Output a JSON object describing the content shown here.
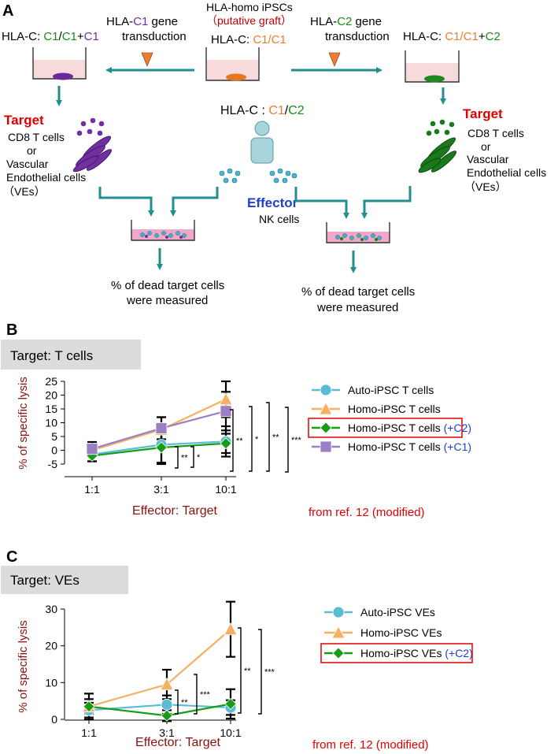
{
  "panel_a": {
    "label": "A",
    "left_target_hla": [
      "HLA-C: ",
      "C1",
      "/",
      "C1",
      "+",
      "C1"
    ],
    "left_transduction": [
      "HLA-",
      "C1",
      " gene",
      "transduction"
    ],
    "center_title": "HLA-homo iPSCs",
    "center_subtitle": "（putative graft）",
    "center_hla": [
      "HLA-C: ",
      "C1/C1"
    ],
    "right_transduction": [
      "HLA-",
      "C2",
      " gene",
      "transduction"
    ],
    "right_target_hla": [
      "HLA-C: ",
      "C1/C1",
      "+",
      "C2"
    ],
    "target_label": "Target",
    "target_lines": [
      "CD8 T cells",
      "or",
      "Vascular",
      "Endothelial cells",
      "（VEs）"
    ],
    "recipient_hla": [
      "HLA-C : ",
      "C1",
      "/",
      "C2"
    ],
    "effector_label": "Effector",
    "effector_cells": "NK cells",
    "result_lines": [
      "% of dead target cells",
      "were measured"
    ],
    "colors": {
      "purple": "#7030a0",
      "green": "#1a8a1a",
      "orange": "#ed7d31",
      "teal": "#1f8f8f",
      "red": "#e00000",
      "blue": "#1f3fcf",
      "dark_red": "#8b1010",
      "pink": "#f2a7c9",
      "dish_bg": "#f7dada",
      "person": "#a8d4dc",
      "cell": "#46b8cf"
    }
  },
  "panel_b": {
    "label": "B",
    "box_title": "Target: T cells",
    "source_note": "from ref. 12 (modified)",
    "significance": [
      "**",
      "*",
      "**",
      "*",
      "**",
      "***"
    ],
    "chart_data": {
      "type": "line",
      "categories": [
        "1:1",
        "3:1",
        "10:1"
      ],
      "xlabel": "Effector: Target",
      "ylabel": "% of specific lysis",
      "ylim": [
        -5,
        25
      ],
      "yticks": [
        -5,
        0,
        5,
        10,
        15,
        20,
        25
      ],
      "grid": false,
      "legend_position": "right",
      "series": [
        {
          "name": "Auto-iPSC T cells",
          "suffix": "",
          "color": "#5bbcd6",
          "marker": "circle",
          "values": [
            -1.5,
            2,
            3.2
          ],
          "errors": [
            2.5,
            6.5,
            5.5
          ]
        },
        {
          "name": "Homo-iPSC T cells",
          "suffix": "",
          "color": "#f5b063",
          "marker": "triangle",
          "values": [
            0,
            7.5,
            18.5
          ],
          "errors": [
            1.5,
            4.5,
            6.5
          ]
        },
        {
          "name": "Homo-iPSC T cells ",
          "suffix": "(+C2)",
          "color": "#179c17",
          "marker": "diamond",
          "values": [
            -2,
            1,
            2.5
          ],
          "errors": [
            2,
            6,
            3.5
          ],
          "highlight": true
        },
        {
          "name": "Homo-iPSC T cells ",
          "suffix": "(+C1)",
          "color": "#9a7fc4",
          "marker": "square",
          "values": [
            0.5,
            8,
            14.2
          ],
          "errors": [
            2.5,
            4,
            7
          ]
        }
      ]
    }
  },
  "panel_c": {
    "label": "C",
    "box_title": "Target: VEs",
    "source_note": "from ref. 12 (modified)",
    "significance": [
      "**",
      "***",
      "**",
      "***"
    ],
    "chart_data": {
      "type": "line",
      "categories": [
        "1:1",
        "3:1",
        "10:1"
      ],
      "xlabel": "Effector: Target",
      "ylabel": "% of specific lysis",
      "ylim": [
        0,
        30
      ],
      "yticks": [
        0,
        10,
        20,
        30
      ],
      "grid": false,
      "legend_position": "right",
      "series": [
        {
          "name": "Auto-iPSC VEs",
          "suffix": "",
          "color": "#5bbcd6",
          "marker": "circle",
          "values": [
            2.5,
            4,
            3.2
          ],
          "errors": [
            2,
            2.5,
            2
          ]
        },
        {
          "name": "Homo-iPSC VEs",
          "suffix": "",
          "color": "#f5b063",
          "marker": "triangle",
          "values": [
            3.5,
            9.5,
            24.5
          ],
          "errors": [
            2,
            4,
            7.5
          ]
        },
        {
          "name": "Homo-iPSC VEs ",
          "suffix": "(+C2)",
          "color": "#179c17",
          "marker": "diamond",
          "values": [
            3.5,
            1,
            4.2
          ],
          "errors": [
            3.5,
            1.5,
            4
          ],
          "highlight": true
        }
      ]
    }
  }
}
